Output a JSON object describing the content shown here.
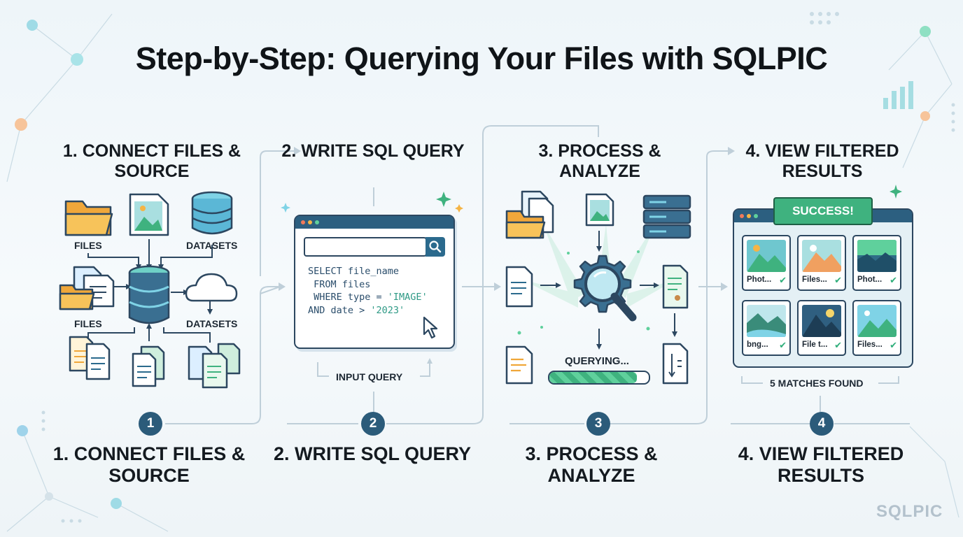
{
  "title": "Step-by-Step: Querying Your Files with SQLPIC",
  "steps": [
    {
      "number": "1",
      "heading": "1. CONNECT FILES & SOURCE",
      "footer": "1. CONNECT FILES & SOURCE",
      "labels": {
        "files_top": "FILES",
        "datasets_top": "DATASETS",
        "files_mid": "FILES",
        "datasets_mid": "DATASETS"
      }
    },
    {
      "number": "2",
      "heading": "2. WRITE SQL QUERY",
      "footer": "2. WRITE SQL QUERY",
      "caption": "INPUT QUERY",
      "query": {
        "line1": "SELECT file_name",
        "line2": " FROM files",
        "line3_prefix": " WHERE type = ",
        "line3_str": "'IMAGE'",
        "line4_prefix": "AND date > ",
        "line4_str": "'2023'"
      }
    },
    {
      "number": "3",
      "heading": "3. PROCESS & ANALYZE",
      "footer": "3. PROCESS & ANALYZE",
      "status": "QUERYING...",
      "progress": 0.88
    },
    {
      "number": "4",
      "heading": "4. VIEW FILTERED RESULTS",
      "footer": "4. VIEW FILTERED RESULTS",
      "banner": "SUCCESS!",
      "caption": "5 MATCHES FOUND",
      "results": [
        "Phot...",
        "Files...",
        "Phot...",
        "bng...",
        "File t...",
        "Files..."
      ]
    }
  ],
  "watermark": "SQLPIC",
  "colors": {
    "navy": "#2c4760",
    "teal": "#2b6a8d",
    "green": "#3fb27f",
    "folder": "#f5b445",
    "accent_light": "#5fd09c"
  },
  "icons": [
    "folder-icon",
    "image-file-icon",
    "database-icon",
    "cloud-icon",
    "document-icon",
    "server-icon",
    "magnifier-gear-icon",
    "cursor-icon",
    "search-icon",
    "checkmark-icon",
    "sparkle-icon"
  ]
}
